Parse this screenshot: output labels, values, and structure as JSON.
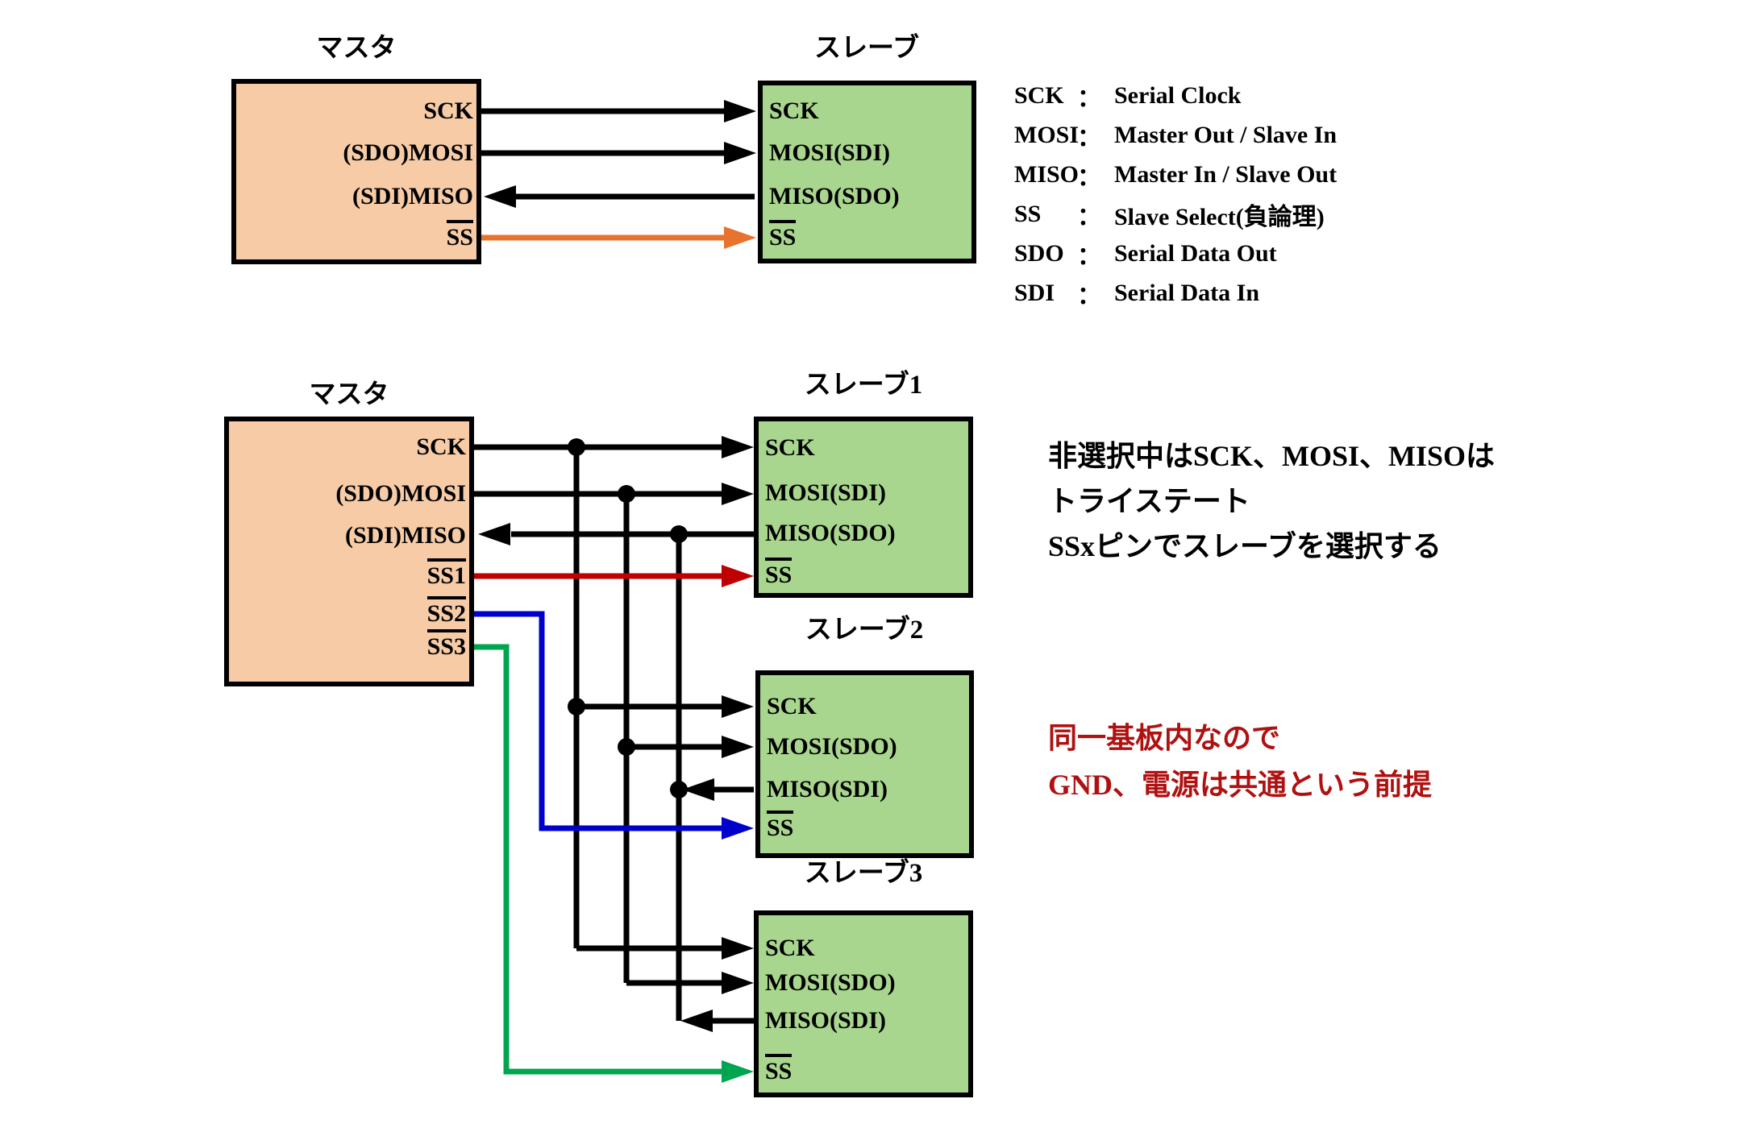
{
  "colors": {
    "master_fill": "#F6CBA6",
    "slave_fill": "#A9D68E",
    "wire_black": "#000000",
    "wire_orange": "#E7732E",
    "wire_red": "#BE0000",
    "wire_blue": "#0000CC",
    "wire_green": "#00A550",
    "text_black": "#000000",
    "text_red": "#B01010"
  },
  "top": {
    "master": {
      "title": "マスタ",
      "pins": [
        "SCK",
        "(SDO)MOSI",
        "(SDI)MISO",
        "SS"
      ]
    },
    "slave": {
      "title": "スレーブ",
      "pins": [
        "SCK",
        "MOSI(SDI)",
        "MISO(SDO)",
        "SS"
      ]
    },
    "legend": {
      "colon": "：",
      "rows": [
        {
          "term": "SCK",
          "def": "Serial Clock"
        },
        {
          "term": "MOSI",
          "def": "Master Out / Slave In"
        },
        {
          "term": "MISO",
          "def": "Master In  /  Slave Out"
        },
        {
          "term": "SS",
          "def": "Slave Select(負論理)"
        },
        {
          "term": "SDO",
          "def": "Serial Data Out"
        },
        {
          "term": "SDI",
          "def": "Serial Data In"
        }
      ]
    }
  },
  "bottom": {
    "master": {
      "title": "マスタ",
      "pins": [
        "SCK",
        "(SDO)MOSI",
        "(SDI)MISO",
        "SS1",
        "SS2",
        "SS3"
      ]
    },
    "slaves": [
      {
        "title": "スレーブ1",
        "pins": [
          "SCK",
          "MOSI(SDI)",
          "MISO(SDO)",
          "SS"
        ]
      },
      {
        "title": "スレーブ2",
        "pins": [
          "SCK",
          "MOSI(SDO)",
          "MISO(SDI)",
          "SS"
        ]
      },
      {
        "title": "スレーブ3",
        "pins": [
          "SCK",
          "MOSI(SDO)",
          "MISO(SDI)",
          "SS"
        ]
      }
    ],
    "note_tristate": {
      "lines": [
        "非選択中はSCK、MOSI、MISOは",
        "トライステート",
        "SSxピンでスレーブを選択する"
      ]
    },
    "note_board": {
      "lines": [
        "同一基板内なので",
        "GND、電源は共通という前提"
      ]
    }
  }
}
